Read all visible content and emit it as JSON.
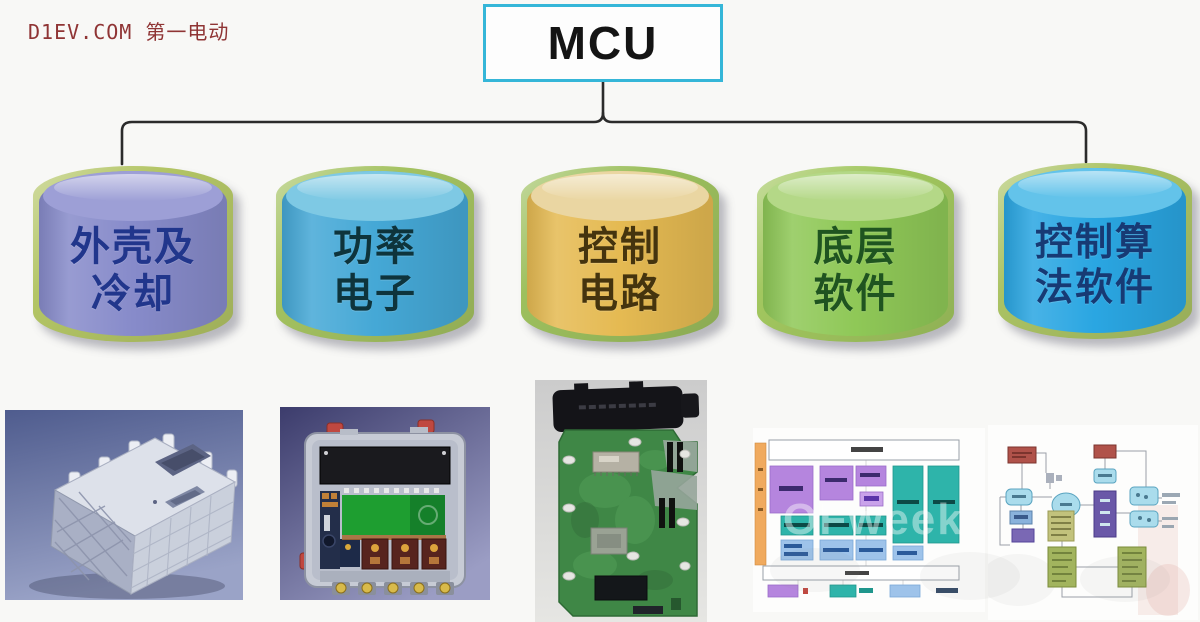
{
  "page": {
    "background": "#f8f8f6"
  },
  "brand_watermark": {
    "text": "D1EV.COM 第一电动",
    "color": "#8f3434"
  },
  "root": {
    "label": "MCU",
    "border_color": "#35b6d8"
  },
  "connector": {
    "color": "#2b2b2b"
  },
  "branches": [
    {
      "id": "housing-cooling",
      "line1": "外壳及",
      "line2": "冷却",
      "rim_color": "#b3c565",
      "top_color": "#9d9fd6",
      "body_color": "#878bca",
      "text_color": "#21368c"
    },
    {
      "id": "power-electronics",
      "line1": "功率",
      "line2": "电子",
      "rim_color": "#a4c260",
      "top_color": "#7ec9e4",
      "body_color": "#45a8d6",
      "text_color": "#0e343c"
    },
    {
      "id": "control-circuit",
      "line1": "控制",
      "line2": "电路",
      "rim_color": "#9dc05e",
      "top_color": "#ead6a2",
      "body_color": "#e5ba52",
      "text_color": "#45340e"
    },
    {
      "id": "base-software",
      "line1": "底层",
      "line2": "软件",
      "rim_color": "#a2c75f",
      "top_color": "#b4d887",
      "body_color": "#8fc857",
      "text_color": "#1f5420"
    },
    {
      "id": "control-algorithm-software",
      "line1": "控制算",
      "line2": "法软件",
      "rim_color": "#abc364",
      "top_color": "#63c3ea",
      "body_color": "#2aa6e2",
      "text_color": "#173a74"
    }
  ],
  "photos": [
    {
      "name": "housing-cad-render"
    },
    {
      "name": "power-electronics-module-photo"
    },
    {
      "name": "control-circuit-board-photo"
    },
    {
      "name": "base-software-architecture-diagram",
      "overlay_watermark": "OFweek"
    },
    {
      "name": "control-algorithm-block-diagram"
    }
  ]
}
